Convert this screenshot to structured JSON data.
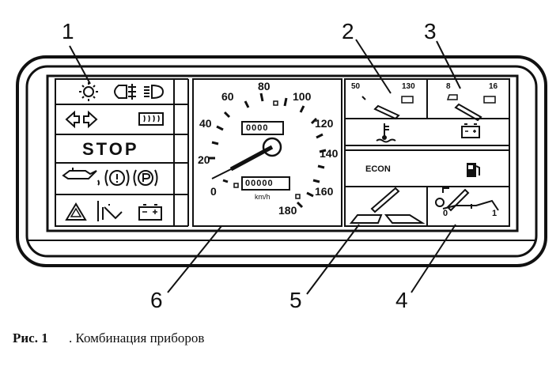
{
  "callouts": [
    "1",
    "2",
    "3",
    "4",
    "5",
    "6"
  ],
  "warning_panel": {
    "stop_label": "STOP"
  },
  "speedometer": {
    "ticks": [
      "0",
      "20",
      "40",
      "60",
      "80",
      "100",
      "120",
      "140",
      "160",
      "180"
    ],
    "unit": "km/h",
    "trip_odometer": "0000",
    "odometer": "00000"
  },
  "gauges": {
    "temp_min": "50",
    "temp_max": "130",
    "volt_min": "8",
    "volt_max": "16",
    "econ_label": "ECON",
    "fuel_min": "0",
    "fuel_max": "1"
  },
  "caption": {
    "fig": "Рис. 1",
    "text": ". Комбинация приборов"
  }
}
